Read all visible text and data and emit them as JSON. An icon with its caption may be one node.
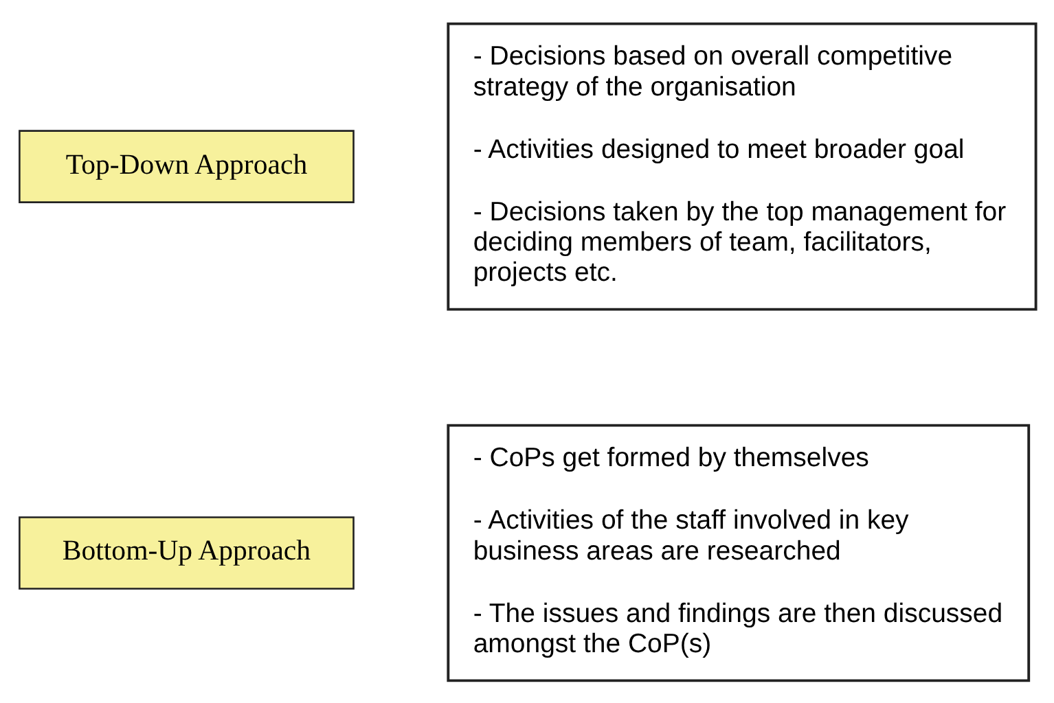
{
  "diagram": {
    "nodes": [
      {
        "text": [
          "Top-Down Approach"
        ]
      },
      {
        "text": [
          "- Decisions based on overall competitive strategy of the organisation",
          "- Activities designed to meet broader goal",
          "- Decisions taken by the top management for deciding members of team, facilitators, projects etc."
        ]
      },
      {
        "text": [
          "Bottom-Up Approach"
        ]
      },
      {
        "text": [
          "- CoPs get formed by themselves",
          "- Activities of the staff involved in key business areas are researched",
          "- The issues and findings are then discussed amongst the CoP(s)"
        ]
      }
    ]
  }
}
